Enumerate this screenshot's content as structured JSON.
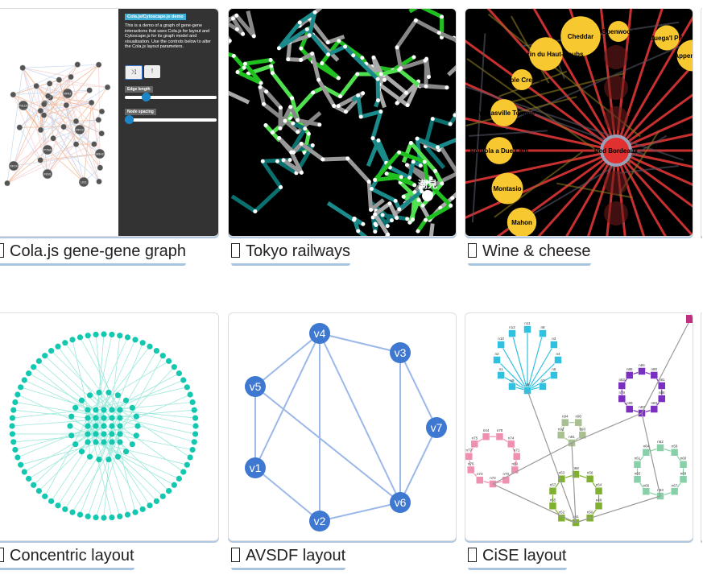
{
  "gallery": [
    {
      "label": "Cola.js gene-gene graph",
      "icon": "missing-glyph-icon"
    },
    {
      "label": "Tokyo railways",
      "icon": "missing-glyph-icon"
    },
    {
      "label": "Wine & cheese",
      "icon": "missing-glyph-icon"
    },
    {
      "label": "Concentric layout",
      "icon": "missing-glyph-icon"
    },
    {
      "label": "AVSDF layout",
      "icon": "missing-glyph-icon"
    },
    {
      "label": "CiSE layout",
      "icon": "missing-glyph-icon"
    }
  ],
  "cola": {
    "title": "Cola.js/Cytoscape.js demo",
    "description": "This is a demo of a graph of gene-gene interactions that uses Cola.js for layout and Cytoscape.js for its graph model and visualisation. Use the controls below to alter the Cola.js layout parameters.",
    "randomize_icon": "shuffle-icon",
    "pin_icon": "exclamation-icon",
    "edge_length_label": "Edge length",
    "edge_length_value": 0.2,
    "node_spacing_label": "Node spacing",
    "node_spacing_value": 0.0,
    "node_labels": [
      "PCNA",
      "FEN1",
      "POLD1",
      "RFC2",
      "RFC4",
      "LIG1",
      "RPA1",
      "MSH2"
    ]
  },
  "tokyo": {
    "station_label": "潮見"
  },
  "wine": {
    "center": "Red Bordeaux",
    "cheeses": [
      "Spenwood",
      "Cheddar",
      "Afuega'l Pitu",
      "Vacherin du Haut-Doubs",
      "Appenzeller",
      "Triple Creme",
      "Thomasville Tomme",
      "Robiola a Due Latti",
      "Montasio",
      "Mahon"
    ],
    "colors": {
      "wine": "#e03030",
      "cheese": "#f8c830"
    }
  },
  "avsdf": {
    "nodes": [
      "v1",
      "v2",
      "v3",
      "v4",
      "v5",
      "v6",
      "v7"
    ],
    "edges": [
      [
        "v4",
        "v3"
      ],
      [
        "v4",
        "v5"
      ],
      [
        "v4",
        "v2"
      ],
      [
        "v4",
        "v6"
      ],
      [
        "v4",
        "v1"
      ],
      [
        "v3",
        "v7"
      ],
      [
        "v3",
        "v6"
      ],
      [
        "v7",
        "v6"
      ],
      [
        "v6",
        "v2"
      ],
      [
        "v6",
        "v5"
      ],
      [
        "v1",
        "v2"
      ],
      [
        "v5",
        "v1"
      ]
    ],
    "color": "#3f78d0"
  },
  "cise": {
    "clusters": [
      {
        "color": "#30c0e0",
        "nodes": [
          "n6",
          "n9",
          "n1",
          "n2",
          "n10",
          "n12",
          "n11",
          "n8",
          "n3",
          "n4",
          "n5",
          "n7"
        ]
      },
      {
        "color": "#7b2fc0",
        "nodes": [
          "n87",
          "n89",
          "n79",
          "n82",
          "n85",
          "n84",
          "n80",
          "n81",
          "n86",
          "n83"
        ]
      },
      {
        "color": "#a8c090",
        "nodes": [
          "n91",
          "n92",
          "n94",
          "n90",
          "n93"
        ]
      },
      {
        "color": "#f090b0",
        "nodes": [
          "n72",
          "n73",
          "n76",
          "n77",
          "n75",
          "n44",
          "n78",
          "n74",
          "n71",
          "n69",
          "n70"
        ]
      },
      {
        "color": "#80b030",
        "nodes": [
          "n51",
          "n52",
          "n55",
          "n57",
          "n53",
          "n58",
          "n56",
          "n54",
          "n49",
          "n50"
        ]
      },
      {
        "color": "#88d0a8",
        "nodes": [
          "n63",
          "n66",
          "n65",
          "n61",
          "n64",
          "n62",
          "n59",
          "n60",
          "n68",
          "n67"
        ]
      }
    ],
    "extra_color": "#c03080"
  }
}
